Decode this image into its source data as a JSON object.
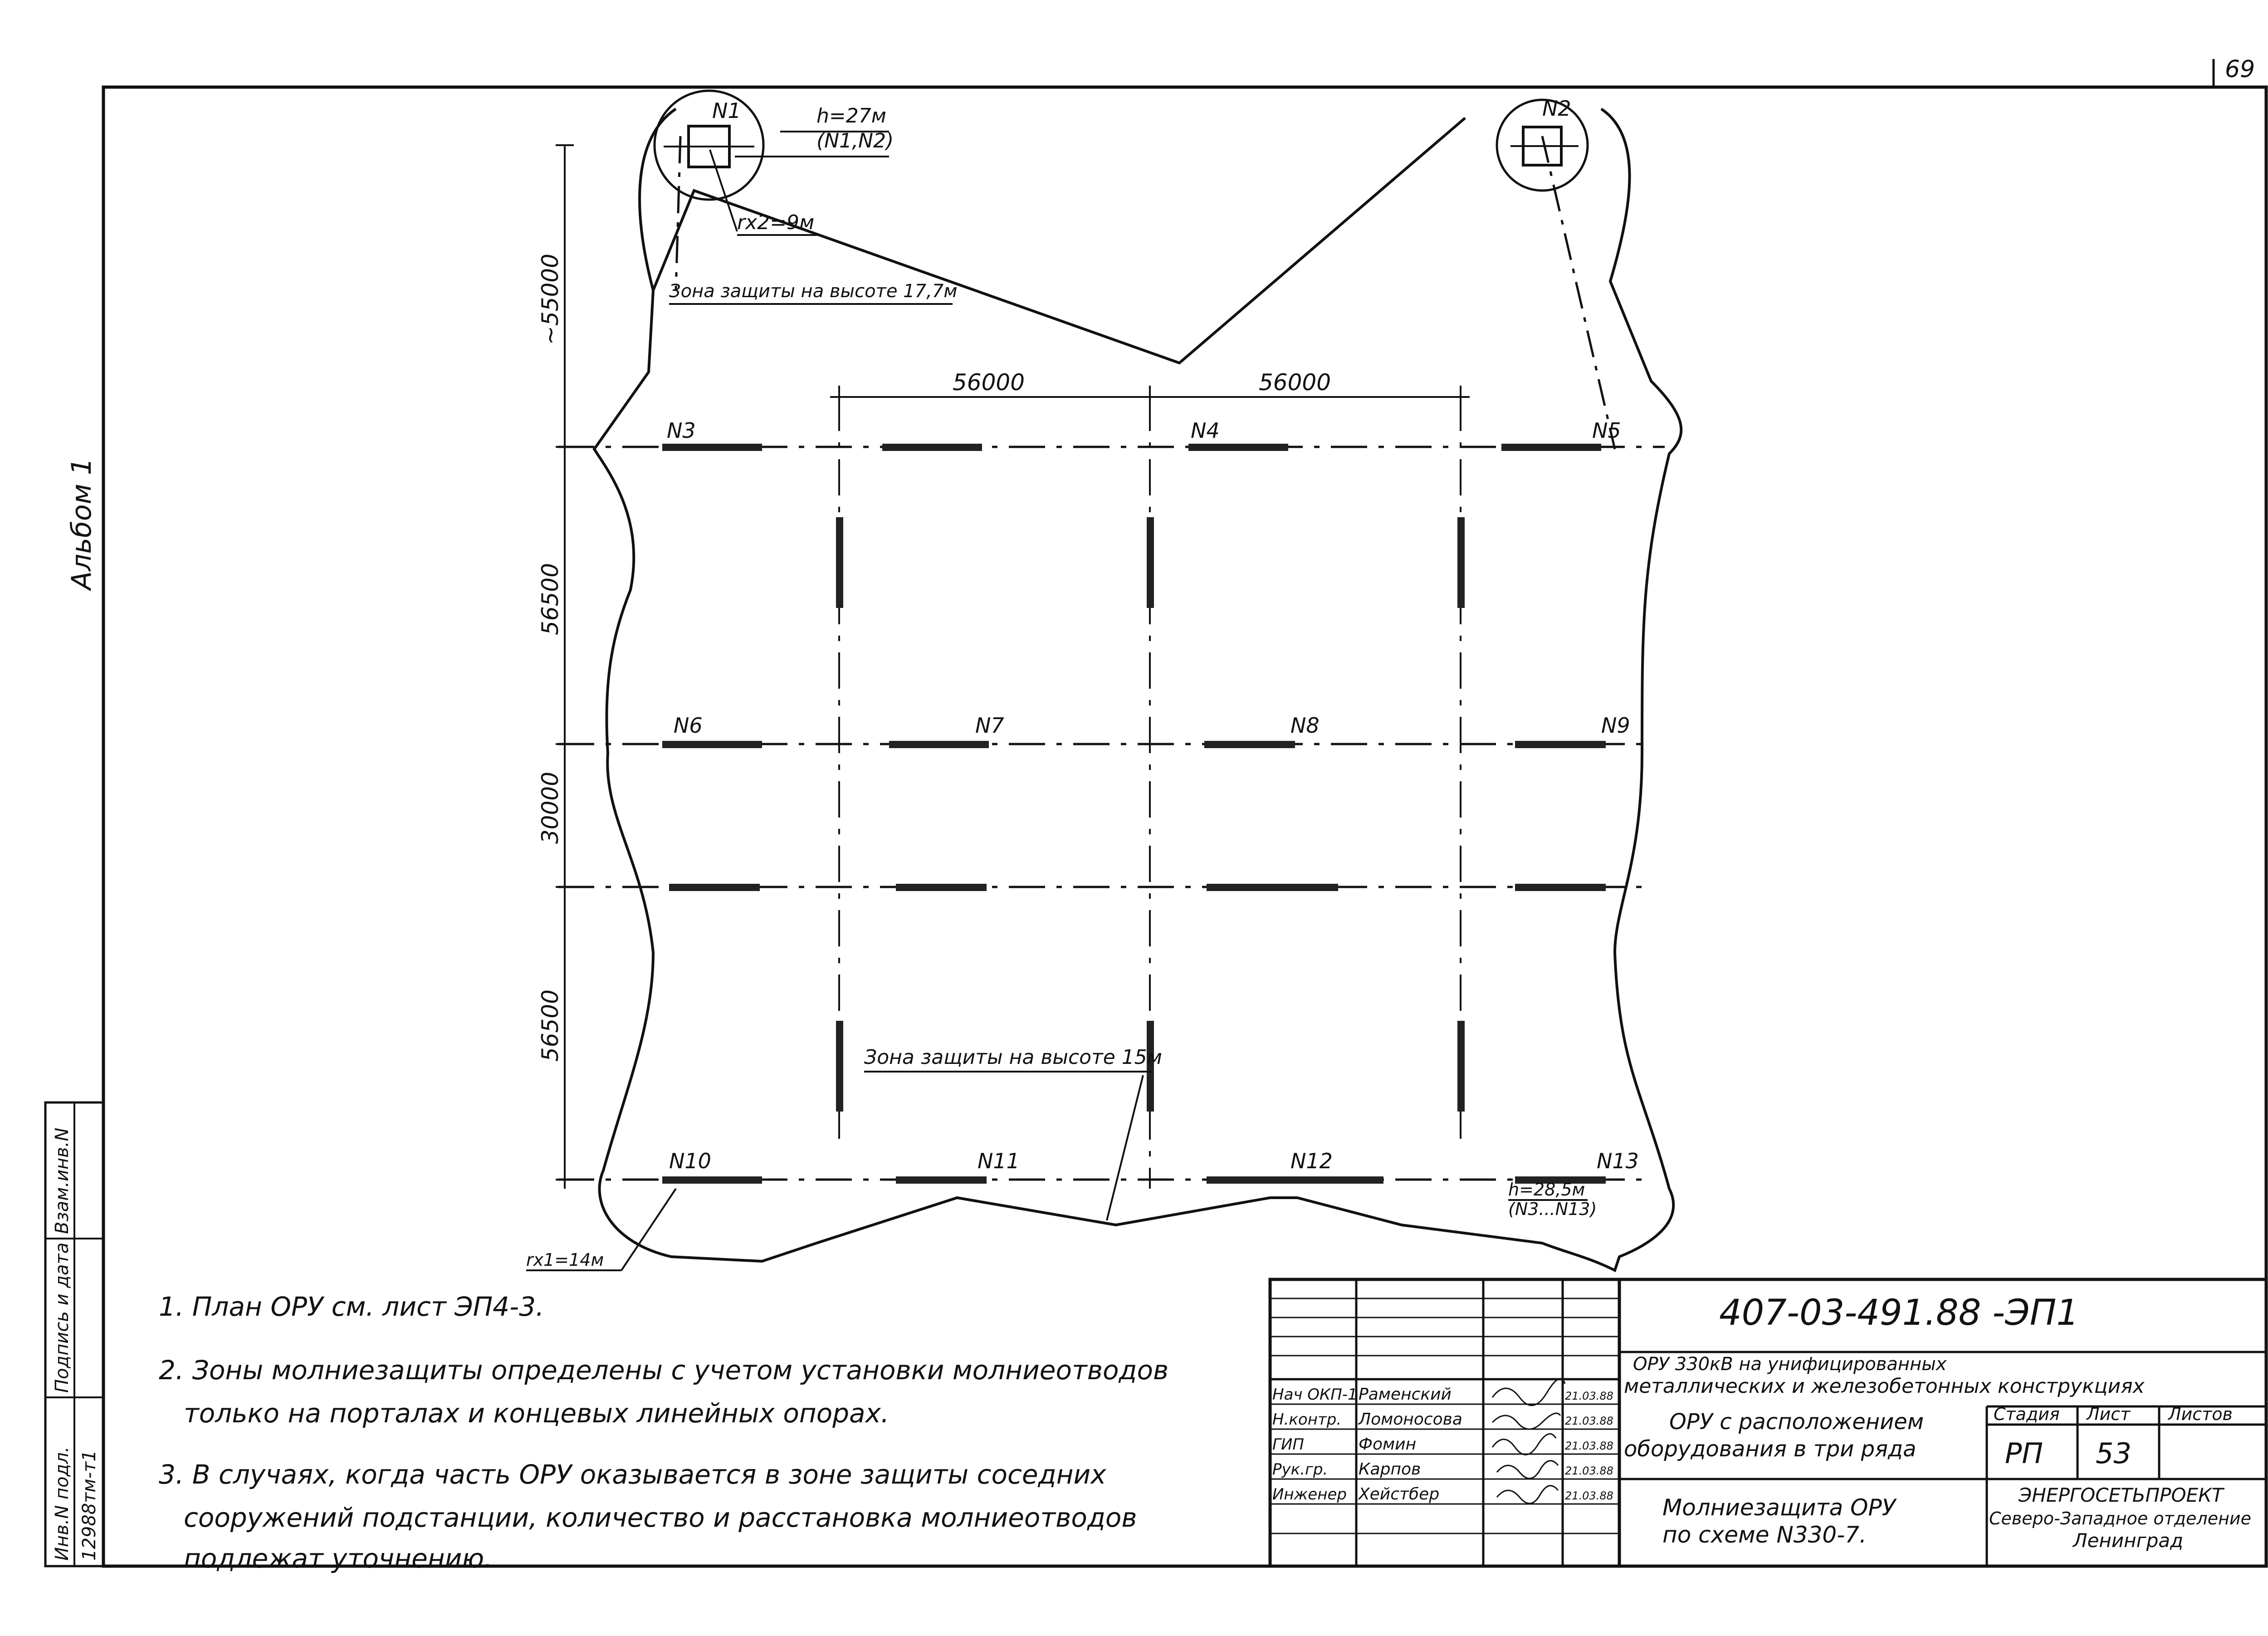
{
  "page_number": "69",
  "album_label": "Альбом 1",
  "supports": {
    "n1": "N1",
    "n2": "N2",
    "n3": "N3",
    "n4": "N4",
    "n5": "N5",
    "n6": "N6",
    "n7": "N7",
    "n8": "N8",
    "n9": "N9",
    "n10": "N10",
    "n11": "N11",
    "n12": "N12",
    "n13": "N13"
  },
  "annotations": {
    "h_top": "h=27м",
    "h_top_ref": "(N1,N2)",
    "rx2": "rх2=9м",
    "zone_top": "Зона защиты на высоте 17,7м",
    "zone_mid": "Зона защиты на высоте 15м",
    "h_bottom": "h=28,5м",
    "h_bottom_ref": "(N3...N13)",
    "rx1": "rх1=14м"
  },
  "dimensions": {
    "top_left": "56000",
    "top_right": "56000",
    "v1": "~55000",
    "v2": "56500",
    "v3": "30000",
    "v4": "56500"
  },
  "notes": [
    "1. План ОРУ см. лист ЭП4-3.",
    "2. Зоны молниезащиты определены с учетом установки молниеотводов",
    "только на порталах и концевых линейных опорах.",
    "3. В случаях, когда часть ОРУ оказывается в зоне защиты соседних",
    "сооружений подстанции, количество и расстановка молниеотводов",
    "подлежат уточнению."
  ],
  "stamp": {
    "code": "407-03-491.88 -ЭП1",
    "project_line1": "ОРУ 330кВ на унифицированных",
    "project_line2": "металлических и железобетонных конструкциях",
    "object_line1": "ОРУ с расположением",
    "object_line2": "оборудования в три ряда",
    "sheet_title_line1": "Молниезащита ОРУ",
    "sheet_title_line2": "по схеме N330-7.",
    "col_stage": "Стадия",
    "col_sheet": "Лист",
    "col_sheets": "Листов",
    "stage": "РП",
    "sheet": "53",
    "org_line1": "ЭНЕРГОСЕТЬПРОЕКТ",
    "org_line2": "Северо-Западное отделение",
    "org_line3": "Ленинград",
    "staff": [
      {
        "role": "Нач ОКП-1",
        "name": "Раменский",
        "date": "21.03.88"
      },
      {
        "role": "Н.контр.",
        "name": "Ломоносова",
        "date": "21.03.88"
      },
      {
        "role": "ГИП",
        "name": "Фомин",
        "date": "21.03.88"
      },
      {
        "role": "Рук.гр.",
        "name": "Карпов",
        "date": "21.03.88"
      },
      {
        "role": "Инженер",
        "name": "Хейстбер",
        "date": "21.03.88"
      }
    ]
  },
  "side_stamp": {
    "inv_label": "Инв.N подл.",
    "sign_label": "Подпись и дата",
    "vzam_label": "Взам.инв.N",
    "inv_value": "12988тм-т1"
  }
}
